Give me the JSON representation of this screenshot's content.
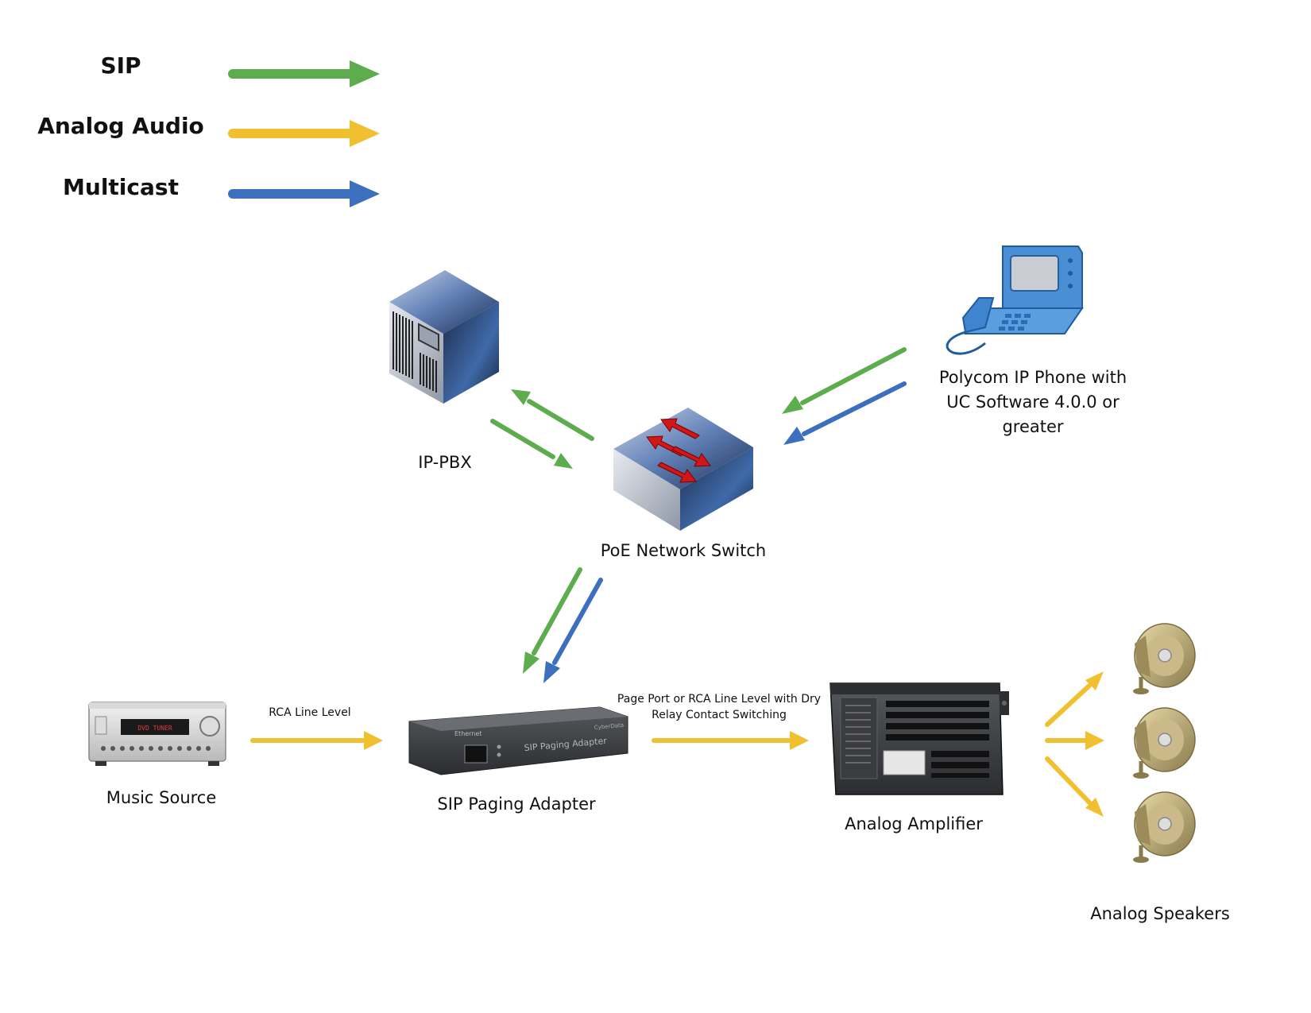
{
  "legend": [
    {
      "label": "SIP",
      "color": "#5dac4e"
    },
    {
      "label": "Analog Audio",
      "color": "#f0c030"
    },
    {
      "label": "Multicast",
      "color": "#3d6fbf"
    }
  ],
  "colors": {
    "sip": "#5dac4e",
    "analog": "#f0c030",
    "multicast": "#3d6fbf",
    "phone": "#4a8fd6",
    "switch_arrow": "#d01818"
  },
  "nodes": {
    "ippbx": {
      "label": "IP-PBX",
      "icon": "server-icon"
    },
    "switch": {
      "label": "PoE Network Switch",
      "icon": "network-switch-icon"
    },
    "phone": {
      "lines": [
        "Polycom IP Phone with",
        "UC Software 4.0.0 or",
        "greater"
      ],
      "icon": "ip-phone-icon"
    },
    "music": {
      "label": "Music Source",
      "icon": "av-receiver-icon",
      "display": "DVD  TUNER"
    },
    "adapter": {
      "label": "SIP Paging Adapter",
      "icon": "paging-adapter-icon",
      "text": "SIP Paging Adapter",
      "brand": "CyberData",
      "port": "Ethernet"
    },
    "amp": {
      "label": "Analog Amplifier",
      "icon": "amplifier-icon"
    },
    "speakers": {
      "label": "Analog Speakers",
      "icon": "horn-speaker-icon"
    }
  },
  "edges": {
    "rca": {
      "label": "RCA Line Level"
    },
    "page_port": {
      "lines": [
        "Page Port or RCA Line Level with Dry",
        "Relay Contact Switching"
      ]
    }
  }
}
